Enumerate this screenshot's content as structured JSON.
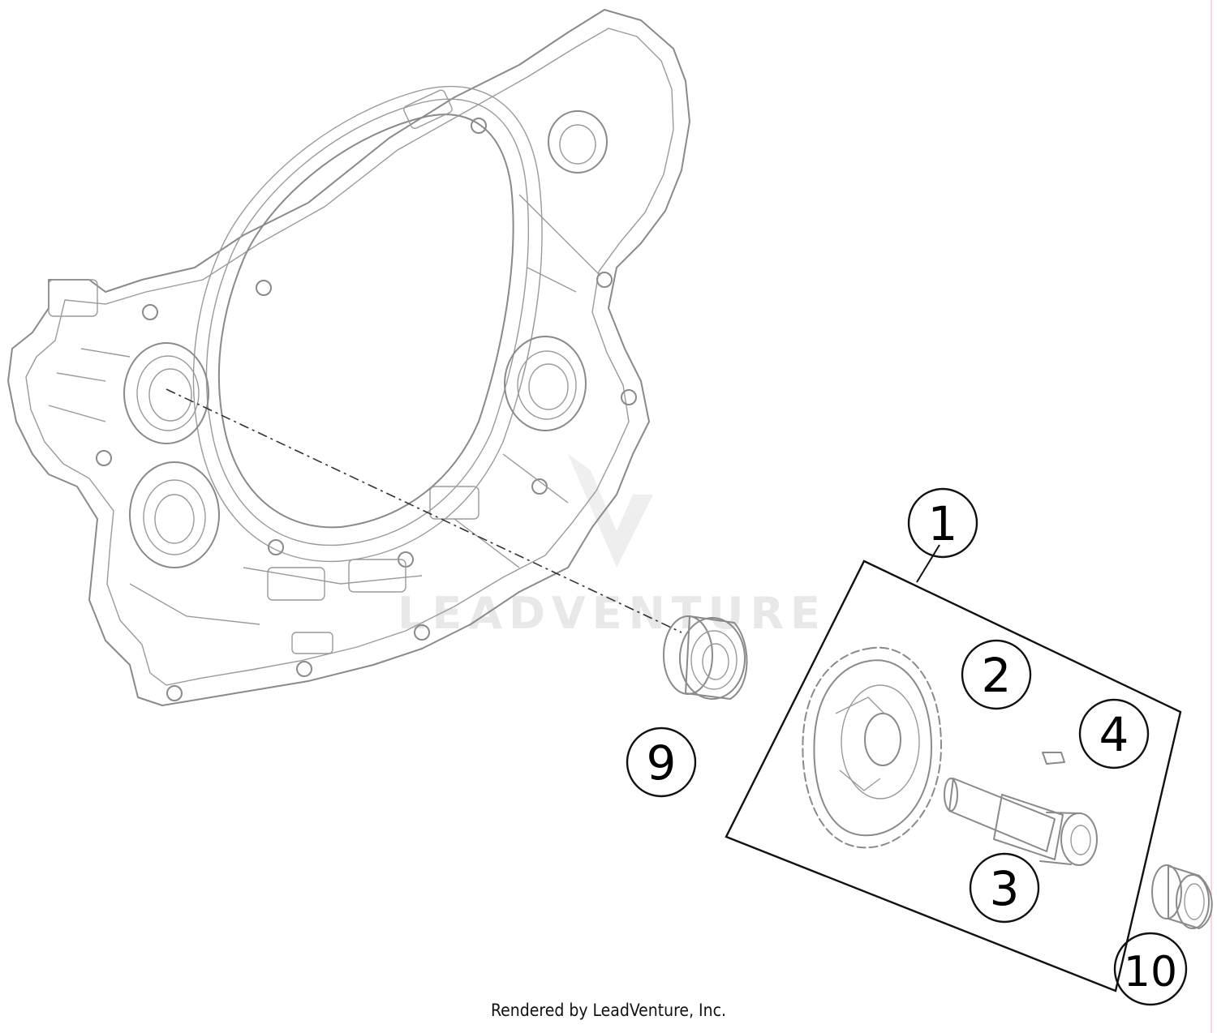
{
  "diagram": {
    "callouts": [
      {
        "id": "1",
        "label": "1"
      },
      {
        "id": "2",
        "label": "2"
      },
      {
        "id": "3",
        "label": "3"
      },
      {
        "id": "4",
        "label": "4"
      },
      {
        "id": "9",
        "label": "9"
      },
      {
        "id": "10",
        "label": "10"
      }
    ],
    "watermark": "LEADVENTURE",
    "footer": "Rendered by LeadVenture, Inc."
  },
  "colors": {
    "line_art": "#8a8a8a",
    "callout": "#000000",
    "watermark": "#e6e6e6"
  }
}
